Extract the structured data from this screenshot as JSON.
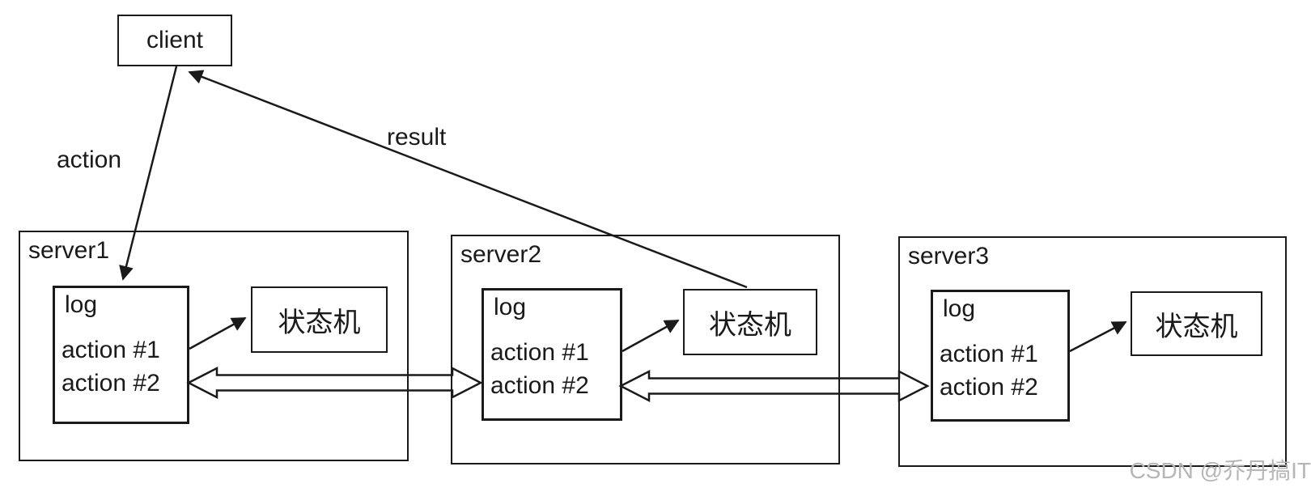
{
  "diagram": {
    "client": {
      "label": "client"
    },
    "edges": {
      "action_label": "action",
      "result_label": "result"
    },
    "servers": [
      {
        "name": "server1",
        "log": {
          "title": "log",
          "entries": [
            "action #1",
            "action #2"
          ]
        },
        "state_machine": "状态机"
      },
      {
        "name": "server2",
        "log": {
          "title": "log",
          "entries": [
            "action #1",
            "action #2"
          ]
        },
        "state_machine": "状态机"
      },
      {
        "name": "server3",
        "log": {
          "title": "log",
          "entries": [
            "action #1",
            "action #2"
          ]
        },
        "state_machine": "状态机"
      }
    ],
    "watermark": "CSDN @乔丹搞IT",
    "colors": {
      "line": "#1a1a1a",
      "background": "#ffffff",
      "watermark": "#b6b6b6"
    }
  }
}
